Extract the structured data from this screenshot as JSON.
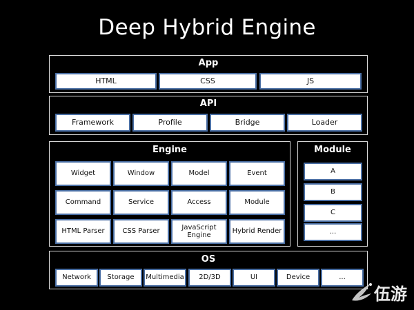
{
  "title": "Deep Hybrid Engine",
  "app": {
    "label": "App",
    "items": [
      "HTML",
      "CSS",
      "JS"
    ]
  },
  "api": {
    "label": "API",
    "items": [
      "Framework",
      "Profile",
      "Bridge",
      "Loader"
    ]
  },
  "engine": {
    "label": "Engine",
    "rows": [
      [
        "Widget",
        "Window",
        "Model",
        "Event"
      ],
      [
        "Command",
        "Service",
        "Access",
        "Module"
      ],
      [
        "HTML Parser",
        "CSS Parser",
        "JavaScript Engine",
        "Hybrid Render"
      ]
    ]
  },
  "module": {
    "label": "Module",
    "items": [
      "A",
      "B",
      "C",
      "..."
    ]
  },
  "os": {
    "label": "OS",
    "items": [
      "Network",
      "Storage",
      "Multimedia",
      "2D/3D",
      "UI",
      "Device",
      "..."
    ]
  },
  "watermark": {
    "text": "伍游"
  },
  "colors": {
    "background": "#000000",
    "cell_fill": "#ffffff",
    "cell_border": "#4a6fa5",
    "panel_border": "#d9d9d9"
  }
}
